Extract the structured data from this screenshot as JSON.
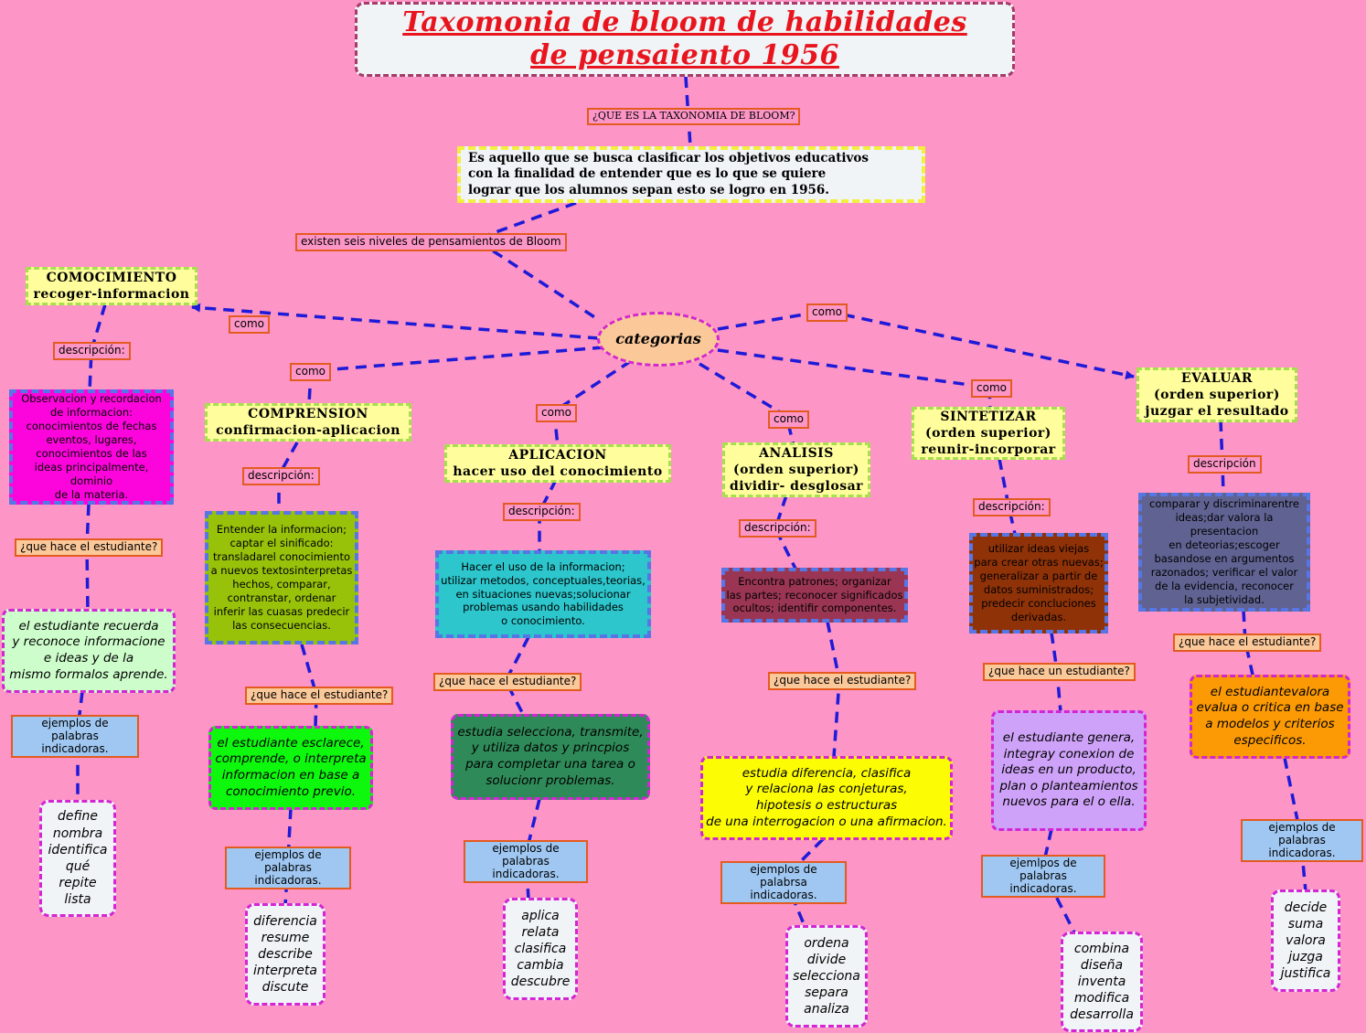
{
  "title": "Taxomonia de bloom de habilidades\n de pensaiento 1956",
  "question": "¿QUE ES LA TAXONOMIA DE BLOOM?",
  "definition": "Es aquello que se busca clasificar los objetivos educativos\ncon la finalidad de entender que es lo que se quiere\nlograr que los alumnos sepan esto se logro en 1956.",
  "existen": "existen seis niveles de pensamientos de Bloom",
  "center": "categorias",
  "colors": {
    "background": "#fd95c6",
    "link": "#1d1ad8",
    "label_border": "#e35b1e",
    "heading_fill": "#fffd9c",
    "center_fill": "#fbc89a"
  },
  "levels": [
    {
      "name": "COMOCIMIENTO\nrecoger-informacion",
      "como": "como",
      "desc_label": "descripción:",
      "description": "Observacion y recordacion\nde informacion:\nconocimientos de fechas\neventos, lugares,\nconocimientos de las\nideas principalmente, dominio\nde la materia.",
      "question": "¿que hace el estudiante?",
      "action": "el estudiante recuerda\ny reconoce informacione\ne ideas y de la\nmismo formalos aprende.",
      "examples_label": "ejemplos de palabras\nindicadoras.",
      "examples": "define\nnombra\nidentifica\nqué\nrepite\nlista",
      "desc_color": "#fc05dc",
      "act_color": "#cdfdcb"
    },
    {
      "name": "COMPRENSION\nconfirmacion-aplicacion",
      "como": "como",
      "desc_label": "descripción:",
      "description": "Entender la informacion;\ncaptar el sinificado:\ntransladarel conocimiento\na nuevos textosinterpretas\nhechos, comparar,\ncontranstar, ordenar\ninferir las cuasas predecir\nlas consecuencias.",
      "question": "¿que hace el estudiante?",
      "action": "el estudiante esclarece,\ncomprende, o interpreta\ninformacion en base a\nconocimiento previo.",
      "examples_label": "ejemplos de palabras\nindicadoras.",
      "examples": "diferencia\nresume\ndescribe\ninterpreta\ndiscute",
      "desc_color": "#98c20a",
      "act_color": "#0ef80e"
    },
    {
      "name": "APLICACION\nhacer uso del conocimiento",
      "como": "como",
      "desc_label": "descripción:",
      "description": "Hacer el uso de la informacion;\nutilizar metodos, conceptuales,teorias,\nen situaciones nuevas;solucionar\nproblemas usando habilidades\no conocimiento.",
      "question": "¿que hace el estudiante?",
      "action": "estudia selecciona, transmite,\ny utiliza datos y princpios\npara completar una tarea o\nsolucionr problemas.",
      "examples_label": "ejemplos de palabras\nindicadoras.",
      "examples": "aplica\nrelata\nclasifica\ncambia\ndescubre",
      "desc_color": "#2cc6cc",
      "act_color": "#2f8a59"
    },
    {
      "name": "ANALISIS\n(orden superior)\ndividir- desglosar",
      "como": "como",
      "desc_label": "descripción:",
      "description": "Encontra patrones; organizar\nlas partes; reconocer significados\nocultos; identifir componentes.",
      "question": "¿que hace el estudiante?",
      "action": "estudia diferencia, clasifica\ny relaciona las conjeturas,\nhipotesis o estructuras\nde una interrogacion o una afirmacion.",
      "examples_label": "ejemplos de palabrsa\nindicadoras.",
      "examples": "ordena\ndivide\nselecciona\nsepara\nanaliza",
      "desc_color": "#9a3653",
      "act_color": "#fcfc05"
    },
    {
      "name": "SINTETIZAR\n(orden superior)\nreunir-incorporar",
      "como": "como",
      "desc_label": "descripción:",
      "description": "utilizar ideas viejas\npara crear otras nuevas;\ngeneralizar a partir de\ndatos suministrados;\npredecir concluciones\nderivadas.",
      "question": "¿que hace un estudiante?",
      "action": "el estudiante genera,\nintegray conexion de\nideas en un producto,\nplan o planteamientos\nnuevos para el o ella.",
      "examples_label": "ejemlpos de palabras\nindicadoras.",
      "examples": "combina\ndiseña\ninventa\nmodifica\ndesarrolla",
      "desc_color": "#8f3208",
      "act_color": "#cea2f8"
    },
    {
      "name": "EVALUAR\n(orden superior)\njuzgar el resultado",
      "como": "como",
      "desc_label": "descripción",
      "description": "comparar y discriminarentre\nideas;dar valora la presentacion\nen deteorias;escoger\nbasandose en argumentos\nrazonados; verificar el valor\nde la evidencia, reconocer\nla subjetividad.",
      "question": "¿que hace el estudiante?",
      "action": "el estudiantevalora\nevalua o critica en base\na modelos y criterios\nespecificos.",
      "examples_label": "ejemplos de palabras\nindicadoras.",
      "examples": "decide\nsuma\nvalora\njuzga\njustifica",
      "desc_color": "#606291",
      "act_color": "#fc9a05"
    }
  ]
}
